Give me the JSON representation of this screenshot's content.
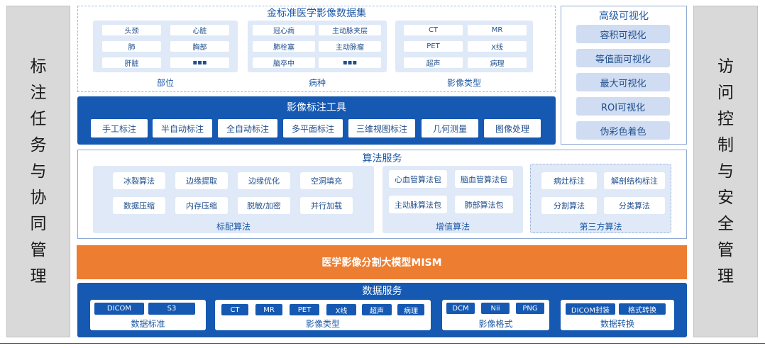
{
  "side_left": [
    "标",
    "注",
    "任",
    "务",
    "与",
    "协",
    "同",
    "管",
    "理"
  ],
  "side_right": [
    "访",
    "问",
    "控",
    "制",
    "与",
    "安",
    "全",
    "管",
    "理"
  ],
  "dataset": {
    "title": "金标准医学影像数据集",
    "groups": [
      {
        "caption": "部位",
        "items": [
          "头颈",
          "心脏",
          "肺",
          "胸部",
          "肝脏",
          "▪▪▪"
        ]
      },
      {
        "caption": "病种",
        "items": [
          "冠心病",
          "主动脉夹层",
          "肺栓塞",
          "主动脉瘤",
          "脑卒中",
          "▪▪▪"
        ]
      },
      {
        "caption": "影像类型",
        "items": [
          "CT",
          "MR",
          "PET",
          "X线",
          "超声",
          "病理"
        ]
      }
    ]
  },
  "annotation_tools": {
    "title": "影像标注工具",
    "items": [
      "手工标注",
      "半自动标注",
      "全自动标注",
      "多平面标注",
      "三维视图标注",
      "几何测量",
      "图像处理"
    ]
  },
  "visualization": {
    "title": "高级可视化",
    "items": [
      "容积可视化",
      "等值面可视化",
      "最大可视化",
      "ROI可视化",
      "伪彩色着色"
    ]
  },
  "algorithm_service": {
    "title": "算法服务",
    "groups": [
      {
        "caption": "标配算法",
        "items": [
          "冰裂算法",
          "边缘提取",
          "边缘优化",
          "空洞填充",
          "数据压缩",
          "内存压缩",
          "脱敏/加密",
          "并行加载"
        ]
      },
      {
        "caption": "增值算法",
        "items": [
          "心血管算法包",
          "脑血管算法包",
          "主动脉算法包",
          "肺部算法包"
        ]
      },
      {
        "caption": "第三方算法",
        "items": [
          "病灶标注",
          "解剖结构标注",
          "分割算法",
          "分类算法"
        ]
      }
    ]
  },
  "model_bar": {
    "title": "医学影像分割大模型MISM"
  },
  "data_service": {
    "title": "数据服务",
    "groups": [
      {
        "caption": "数据标准",
        "items": [
          "DICOM",
          "S3"
        ]
      },
      {
        "caption": "影像类型",
        "items": [
          "CT",
          "MR",
          "PET",
          "X线",
          "超声",
          "病理"
        ]
      },
      {
        "caption": "影像格式",
        "items": [
          "DCM",
          "Nii",
          "PNG"
        ]
      },
      {
        "caption": "数据转换",
        "items": [
          "DICOM封装",
          "格式转换"
        ]
      }
    ]
  },
  "colors": {
    "primary_blue": "#1659b2",
    "orange": "#ed7d31",
    "light_panel": "#dfe9f7",
    "side_gray": "#d9d9d9"
  }
}
